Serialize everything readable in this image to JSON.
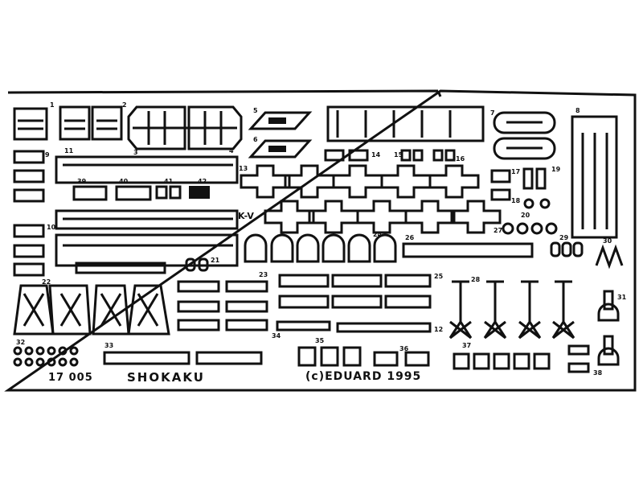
{
  "fret": {
    "code": "17  005",
    "ship_name": "SHOKAKU",
    "copyright": "(c)EDUARD  1995",
    "kv_label": "K-V"
  },
  "part_numbers": [
    "1",
    "2",
    "3",
    "4",
    "5",
    "6",
    "7",
    "8",
    "9",
    "10",
    "11",
    "12",
    "13",
    "14",
    "15",
    "16",
    "17",
    "18",
    "19",
    "20",
    "21",
    "22",
    "23",
    "24",
    "25",
    "26",
    "27",
    "28",
    "29",
    "30",
    "31",
    "32",
    "33",
    "34",
    "35",
    "36",
    "37",
    "38",
    "39",
    "40",
    "41",
    "42"
  ],
  "colors": {
    "metal": "#111111",
    "paper": "#ffffff"
  }
}
